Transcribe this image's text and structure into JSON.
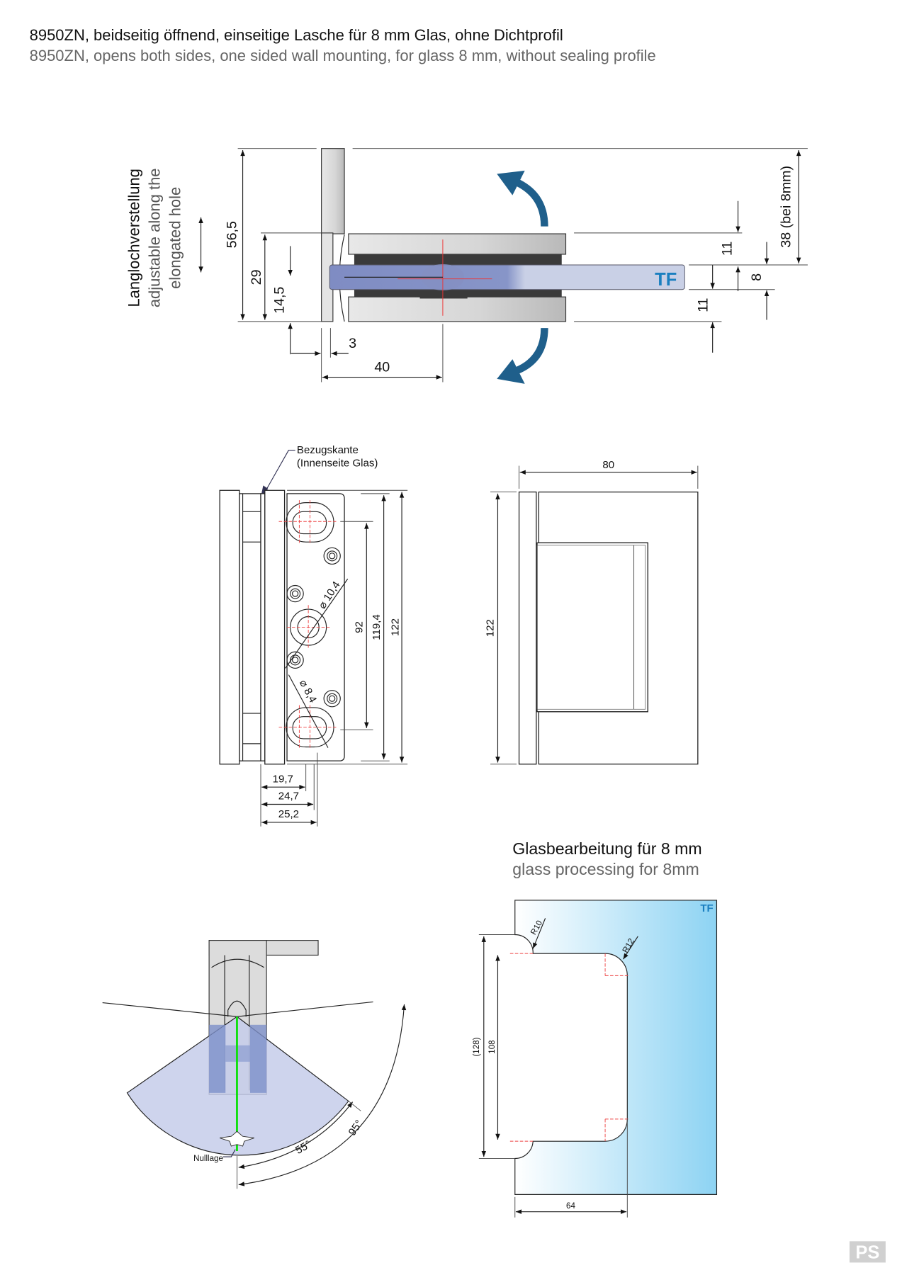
{
  "header": {
    "title_de": "8950ZN, beidseitig öffnend, einseitige Lasche für 8 mm Glas, ohne Dichtprofil",
    "title_en": "8950ZN, opens both sides, one sided wall mounting, for glass 8 mm, without sealing profile"
  },
  "top_view": {
    "adjust_label_de": "Langlochverstellung",
    "adjust_label_en_1": "adjustable along the",
    "adjust_label_en_2": "elongated hole",
    "dim_56_5": "56,5",
    "dim_29": "29",
    "dim_14_5": "14,5",
    "dim_3": "3",
    "dim_40": "40",
    "dim_38": "38 (bei 8mm)",
    "dim_11_top": "11",
    "dim_8": "8",
    "dim_11_bottom": "11",
    "glass_mark": "TF"
  },
  "front_view": {
    "reference_label_1": "Bezugskante",
    "reference_label_2": "(Innenseite Glas)",
    "dia_10_4": "⌀ 10,4",
    "dia_8_4": "⌀ 8,4",
    "dim_92": "92",
    "dim_119_4": "119,4",
    "dim_122": "122",
    "dim_19_7": "19,7",
    "dim_24_7": "24,7",
    "dim_25_2": "25,2"
  },
  "side_view": {
    "dim_80": "80",
    "dim_122": "122"
  },
  "angle_view": {
    "zero_label": "Nulllage",
    "angle_55": "55°",
    "angle_95": "95°"
  },
  "glass_processing": {
    "title_de": "Glasbearbeitung für 8 mm",
    "title_en": "glass processing for 8mm",
    "glass_mark": "TF",
    "radius_10": "R10",
    "radius_12": "R12",
    "dim_128": "(128)",
    "dim_108": "108",
    "dim_64": "64"
  },
  "logo": {
    "text": "PS"
  },
  "colors": {
    "arrow": "#1f5f8b",
    "tf": "#1a7fc0",
    "glass": "#8dd3f3",
    "fan": "#c5cdea"
  }
}
